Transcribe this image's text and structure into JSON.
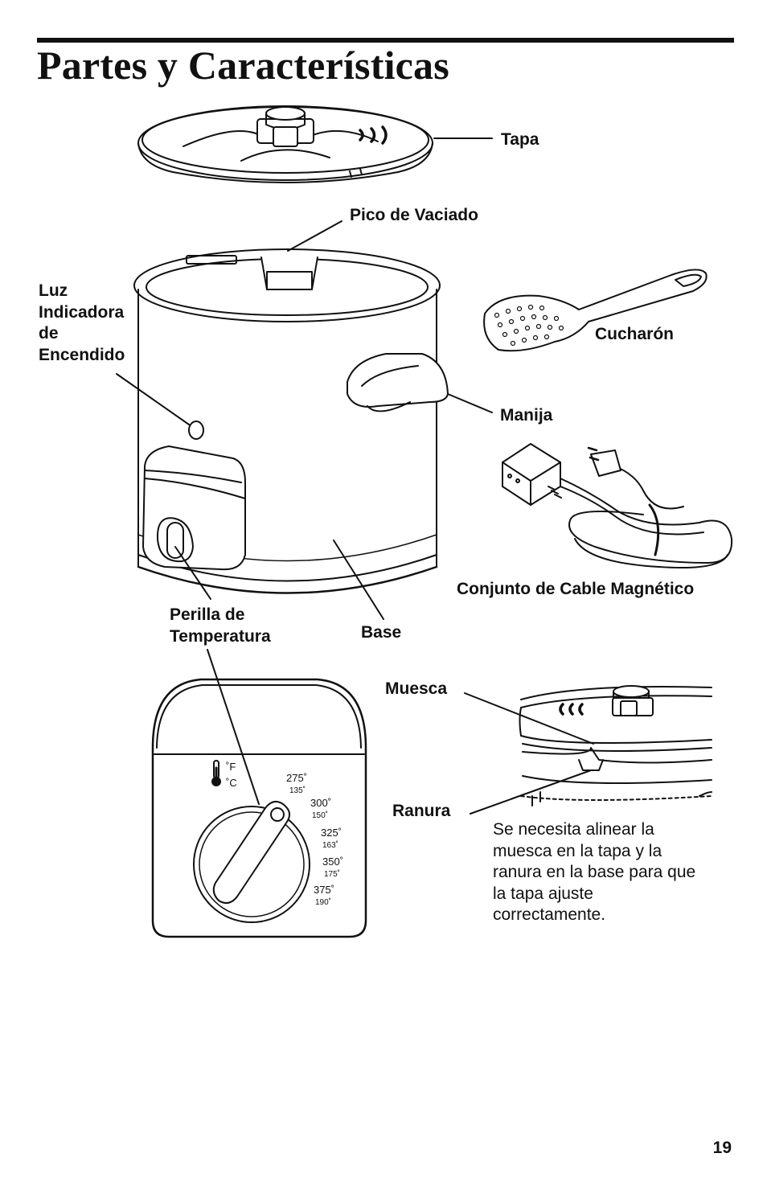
{
  "page": {
    "title": "Partes y Características",
    "page_number": "19"
  },
  "labels": {
    "tapa": "Tapa",
    "pico": "Pico de Vaciado",
    "luz": [
      "Luz",
      "Indicadora",
      "de",
      "Encendido"
    ],
    "cucharon": "Cucharón",
    "manija": "Manija",
    "cable": "Conjunto de Cable Magnético",
    "perilla": [
      "Perilla de",
      "Temperatura"
    ],
    "base": "Base",
    "muesca": "Muesca",
    "ranura": "Ranura"
  },
  "note": "Se necesita alinear la muesca en la tapa y la ranura en la base para que la tapa ajuste correctamente.",
  "dial": {
    "unit_f": "˚F",
    "unit_c": "˚C",
    "settings": [
      {
        "f": "275˚",
        "c": "135˚"
      },
      {
        "f": "300˚",
        "c": "150˚"
      },
      {
        "f": "325˚",
        "c": "163˚"
      },
      {
        "f": "350˚",
        "c": "175˚"
      },
      {
        "f": "375˚",
        "c": "190˚"
      }
    ]
  },
  "colors": {
    "ink": "#111111",
    "paper": "#ffffff"
  }
}
